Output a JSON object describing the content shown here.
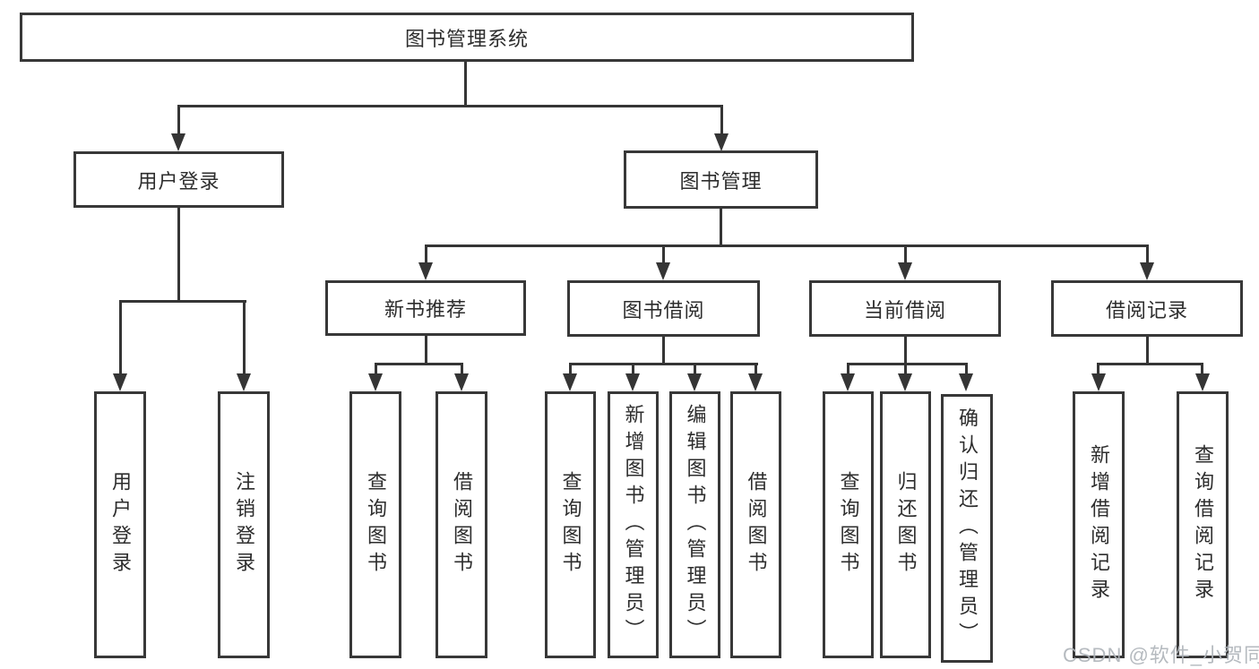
{
  "nodes": {
    "root": "图书管理系统",
    "user_login": "用户登录",
    "book_management": "图书管理",
    "new_book_recommend": "新书推荐",
    "book_borrowing": "图书借阅",
    "current_borrowing": "当前借阅",
    "borrowing_records": "借阅记录",
    "leaf_user_login": "用户登录",
    "leaf_logout": "注销登录",
    "leaf_query_books_recommend": "查询图书",
    "leaf_borrow_books_recommend": "借阅图书",
    "leaf_query_books_borrowing": "查询图书",
    "leaf_add_book_admin": "新增图书（管理员）",
    "leaf_edit_book_admin": "编辑图书（管理员）",
    "leaf_borrow_books_borrowing": "借阅图书",
    "leaf_query_books_current": "查询图书",
    "leaf_return_books": "归还图书",
    "leaf_confirm_return_admin": "确认归还（管理员）",
    "leaf_add_borrow_record": "新增借阅记录",
    "leaf_query_borrow_record": "查询借阅记录"
  },
  "watermark": "CSDN @软件_小贺同学",
  "colors": {
    "line": "#353535",
    "box_border": "#383838",
    "text": "#2d2d2d",
    "watermark": "#afb4ba",
    "background": "#ffffff"
  }
}
